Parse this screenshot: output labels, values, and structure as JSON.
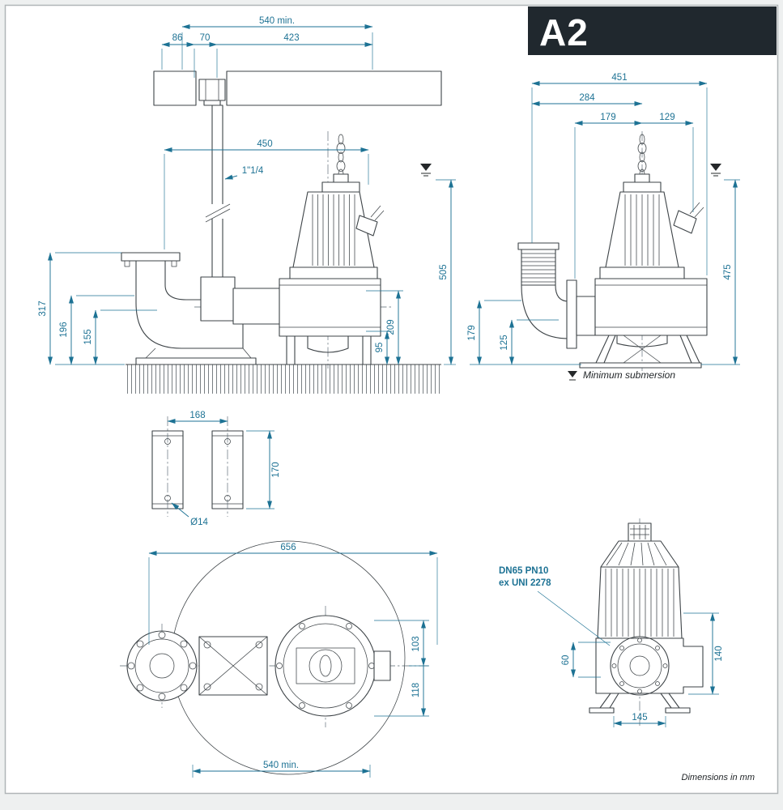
{
  "badge": {
    "label": "A2"
  },
  "colors": {
    "dimension": "#1d7294",
    "drawing": "#3d4347",
    "badge_bg": "#20282e"
  },
  "notes": {
    "minimum_submersion": "Minimum submersion",
    "flange_spec_line1": "DN65 PN10",
    "flange_spec_line2": "ex UNI 2278",
    "units": "Dimensions in mm"
  },
  "installation_view": {
    "dim_540min": "540 min.",
    "dim_86": "86",
    "dim_70": "70",
    "dim_423": "423",
    "dim_450": "450",
    "pipe_size": "1\"1/4",
    "dim_317": "317",
    "dim_196": "196",
    "dim_155": "155",
    "dim_95": "95",
    "dim_209": "209",
    "dim_505": "505"
  },
  "side_view": {
    "dim_451": "451",
    "dim_284": "284",
    "dim_179_top": "179",
    "dim_129": "129",
    "dim_179_left": "179",
    "dim_125": "125",
    "dim_475": "475"
  },
  "bracket_detail": {
    "dim_168": "168",
    "dim_170": "170",
    "hole_diameter": "Ø14"
  },
  "plan_view": {
    "dim_656": "656",
    "dim_103": "103",
    "dim_118": "118",
    "dim_540min": "540 min."
  },
  "front_view": {
    "dim_60": "60",
    "dim_140": "140",
    "dim_145": "145"
  }
}
